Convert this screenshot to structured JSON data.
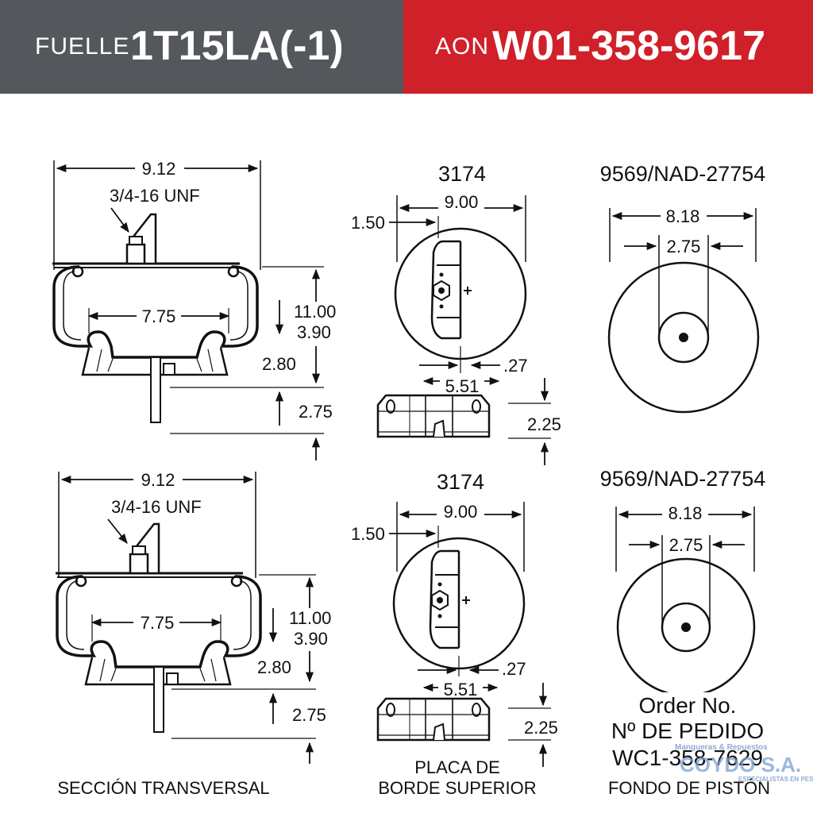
{
  "header": {
    "left_small": "FUELLE",
    "left_big": "1T15LA(-1)",
    "right_small": "AON",
    "right_big": "W01-358-9617",
    "colors": {
      "left_bg": "#54575c",
      "right_bg": "#d0202a",
      "text": "#ffffff"
    }
  },
  "cross_section": {
    "width": "9.12",
    "thread": "3/4-16 UNF",
    "inner": "7.75",
    "height": "11.00",
    "h2": "3.90",
    "h3": "2.80",
    "stud": "2.75"
  },
  "top_plate": {
    "title": "3174",
    "dia": "9.00",
    "offset": "1.50",
    "gap": ".27",
    "span": "5.51",
    "height": "2.25"
  },
  "piston": {
    "title": "9569/NAD-27754",
    "dia": "8.18",
    "inner": "2.75"
  },
  "order": {
    "line1": "Order No.",
    "line2": "Nº DE PEDIDO",
    "line3": "WC1-358-7629"
  },
  "captions": {
    "cross_section": "SECCIÓN TRANSVERSAL",
    "top_plate_1": "PLACA DE",
    "top_plate_2": "BORDE SUPERIOR",
    "piston": "FONDO DE PISTÓN"
  },
  "watermark": {
    "line1": "Mangueras & Repuestos",
    "line2": "COYDO S.A.",
    "line3": "ESPECIALISTAS EN PESADO"
  }
}
